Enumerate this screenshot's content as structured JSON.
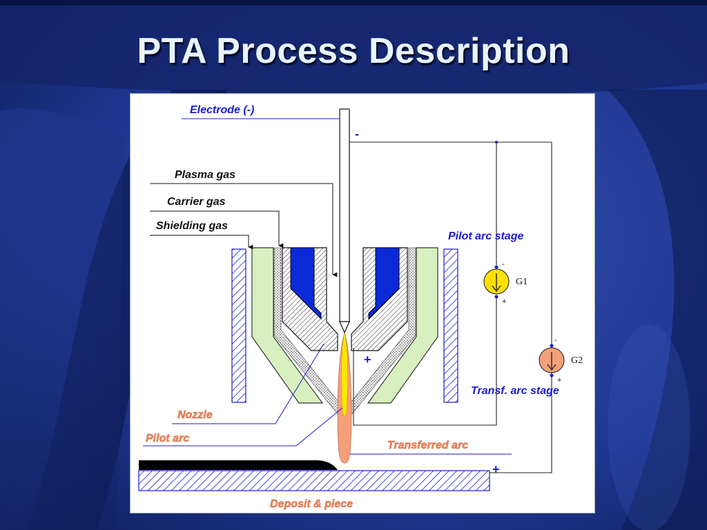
{
  "slide": {
    "title": "PTA Process Description"
  },
  "diagram": {
    "labels": {
      "electrode": "Electrode (-)",
      "plasma_gas": "Plasma gas",
      "carrier_gas": "Carrier gas",
      "shielding_gas": "Shielding gas",
      "pilot_arc_stage": "Pilot arc stage",
      "transferred_arc_stage": "Transf. arc stage",
      "nozzle": "Nozzle",
      "pilot_arc": "Pilot arc",
      "transferred_arc": "Transferred arc",
      "deposit_piece": "Deposit & piece"
    },
    "generators": {
      "g1": {
        "name": "G1",
        "top_polarity": "-",
        "bottom_polarity": "+"
      },
      "g2": {
        "name": "G2",
        "top_polarity": "-",
        "bottom_polarity": "+"
      }
    },
    "polarity_marks": {
      "electrode_minus": "-",
      "nozzle_plus": "+",
      "piece_plus": "+"
    },
    "colors": {
      "background": "#1a2f78",
      "title": "#e8f4ff",
      "shield_nozzle": "#d8f0c0",
      "coolant": "#0a2ad8",
      "generator_g1": "#ffe000",
      "generator_g2": "#f4a07a",
      "transferred_arc": "#f4a07a",
      "pilot_arc": "#ffe600",
      "deposit": "#000000",
      "label_blue": "#1a1ad0",
      "label_orange": "#f08a5a"
    }
  }
}
